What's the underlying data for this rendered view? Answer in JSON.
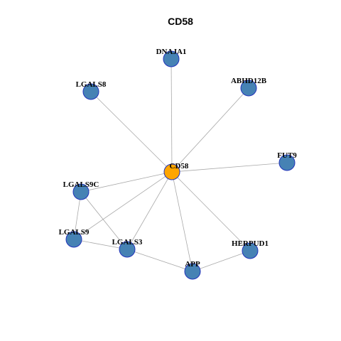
{
  "title": "CD58",
  "colors": {
    "hub_fill": "#ffa500",
    "node_fill": "#4682b4",
    "node_border": "#2233bb",
    "edge": "#a9a9a9"
  },
  "nodes": [
    {
      "id": "CD58",
      "label": "CD58",
      "hub": true
    },
    {
      "id": "DNAJA1",
      "label": "DNAJA1",
      "hub": false
    },
    {
      "id": "LGALS8",
      "label": "LGALS8",
      "hub": false
    },
    {
      "id": "ABHD12B",
      "label": "ABHD12B",
      "hub": false
    },
    {
      "id": "FUT9",
      "label": "FUT9",
      "hub": false
    },
    {
      "id": "LGALS9C",
      "label": "LGALS9C",
      "hub": false
    },
    {
      "id": "LGALS9",
      "label": "LGALS9",
      "hub": false
    },
    {
      "id": "LGALS3",
      "label": "LGALS3",
      "hub": false
    },
    {
      "id": "HERPUD1",
      "label": "HERPUD1",
      "hub": false
    },
    {
      "id": "APP",
      "label": "APP",
      "hub": false
    }
  ],
  "edges": [
    [
      "CD58",
      "DNAJA1"
    ],
    [
      "CD58",
      "LGALS8"
    ],
    [
      "CD58",
      "ABHD12B"
    ],
    [
      "CD58",
      "FUT9"
    ],
    [
      "CD58",
      "LGALS9C"
    ],
    [
      "CD58",
      "LGALS9"
    ],
    [
      "CD58",
      "LGALS3"
    ],
    [
      "CD58",
      "HERPUD1"
    ],
    [
      "CD58",
      "APP"
    ],
    [
      "LGALS9C",
      "LGALS9"
    ],
    [
      "LGALS9C",
      "LGALS3"
    ],
    [
      "LGALS9",
      "LGALS3"
    ],
    [
      "LGALS3",
      "APP"
    ],
    [
      "APP",
      "HERPUD1"
    ]
  ]
}
